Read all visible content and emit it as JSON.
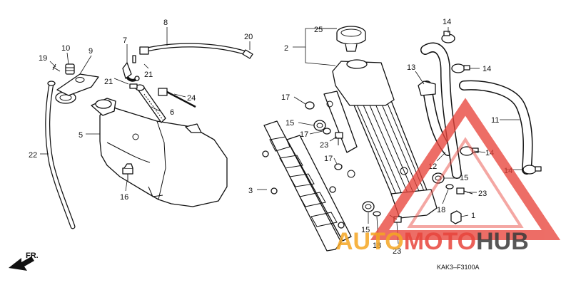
{
  "diagram": {
    "callouts": {
      "n1": "1",
      "n2": "2",
      "n3": "3",
      "n5": "5",
      "n6": "6",
      "n7": "7",
      "n8": "8",
      "n9": "9",
      "n10": "10",
      "n11": "11",
      "n12": "12",
      "n13": "13",
      "n14a": "14",
      "n14b": "14",
      "n14c": "14",
      "n14d": "14",
      "n15a": "15",
      "n15b": "15",
      "n15c": "15",
      "n16": "16",
      "n17a": "17",
      "n17b": "17",
      "n17c": "17",
      "n18a": "18",
      "n18b": "18",
      "n19": "19",
      "n20": "20",
      "n21a": "21",
      "n21b": "21",
      "n22": "22",
      "n23a": "23",
      "n23b": "23",
      "n23c": "23",
      "n24": "24",
      "n25": "25"
    },
    "direction_label": "FR.",
    "diagram_code": "KAK3–F3100A"
  },
  "watermark": {
    "part1": "AUTO",
    "part2": "MOTO",
    "part3": "HUB",
    "color_orange": "#f5a623",
    "color_red": "#e8453c",
    "color_dark": "#3a3a3a"
  }
}
